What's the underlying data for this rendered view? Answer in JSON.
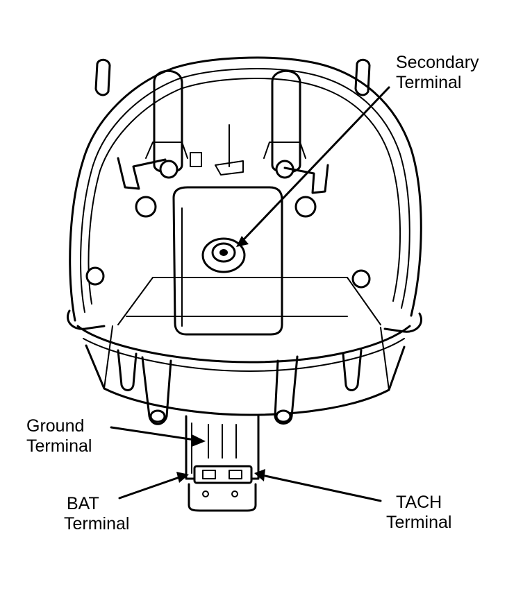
{
  "labels": {
    "secondary": {
      "line1": "Secondary",
      "line2": "Terminal"
    },
    "ground": {
      "line1": "Ground",
      "line2": "Terminal"
    },
    "bat": {
      "line1": "BAT",
      "line2": "Terminal"
    },
    "tach": {
      "line1": "TACH",
      "line2": "Terminal"
    }
  }
}
